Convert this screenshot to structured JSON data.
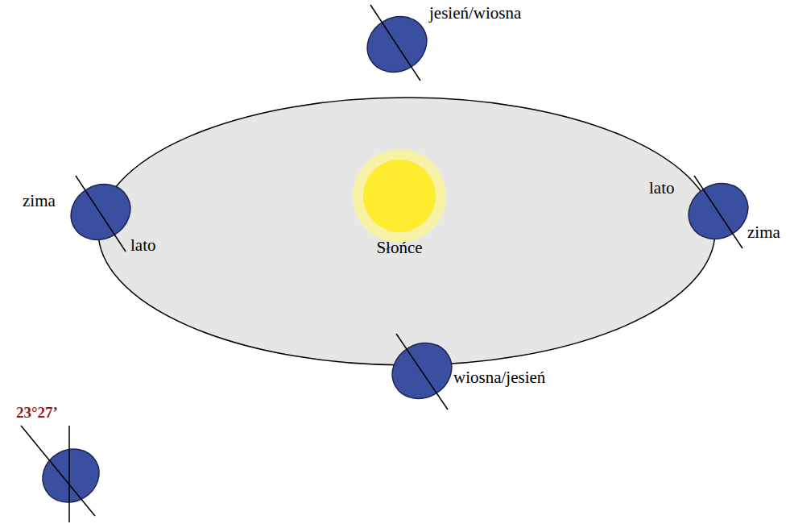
{
  "diagram": {
    "nodes": [
      {
        "text": [
          "Słońce"
        ]
      }
    ],
    "labels": [
      "jesień/wiosna",
      "zima",
      "lato",
      "lato",
      "zima",
      "wiosna/jesień",
      "23°27’"
    ]
  }
}
